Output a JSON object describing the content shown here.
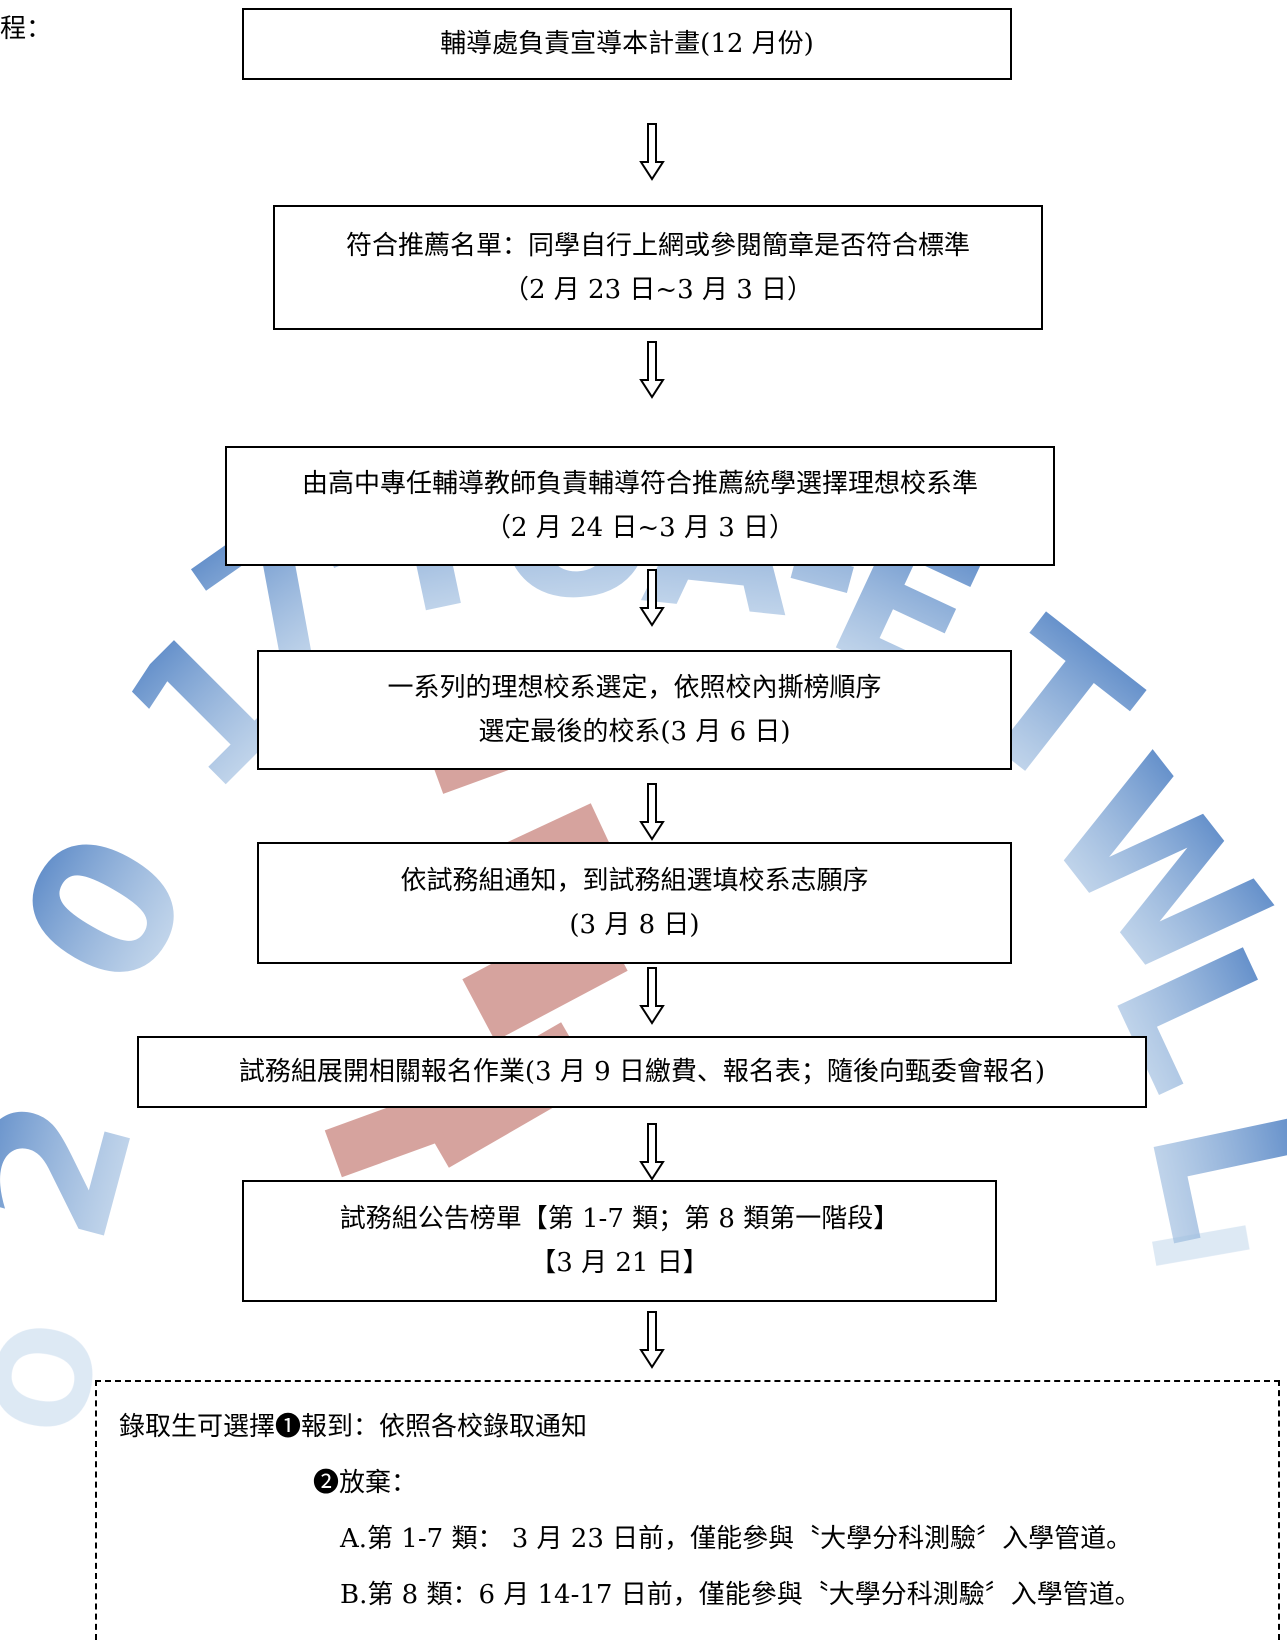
{
  "header": {
    "label": "程："
  },
  "flow": {
    "step1": {
      "text": "輔導處負責宣導本計畫(12 月份)"
    },
    "step2": {
      "line1": "符合推薦名單：同學自行上網或參閱簡章是否符合標準",
      "line2": "（2 月 23 日~3 月 3 日）"
    },
    "step3": {
      "line1": "由高中專任輔導教師負責輔導符合推薦統學選擇理想校系準",
      "line2": "（2 月 24 日~3 月 3 日）"
    },
    "step4": {
      "line1": "一系列的理想校系選定，依照校內撕榜順序",
      "line2": "選定最後的校系(3 月 6 日)"
    },
    "step5": {
      "line1": "依試務組通知，到試務組選填校系志願序",
      "line2": "(3 月 8 日)"
    },
    "step6": {
      "text": "試務組展開相關報名作業(3 月 9 日繳費、報名表；隨後向甄委會報名)"
    },
    "step7": {
      "line1": "試務組公告榜單【第 1-7 類；第 8 類第一階段】",
      "line2": "【3 月 21 日】"
    }
  },
  "notes": {
    "line1": "錄取生可選擇❶報到：依照各校錄取通知",
    "line2": "❷放棄：",
    "line3": "A.第 1-7 類： 3 月 23 日前，僅能參與〝大學分科測驗〞入學管道。",
    "line4": "B.第 8 類：6 月 14-17 日前，僅能參與〝大學分科測驗〞入學管道。"
  },
  "colors": {
    "watermark_blue": "#2f5fa3",
    "watermark_red": "#b5594f"
  }
}
